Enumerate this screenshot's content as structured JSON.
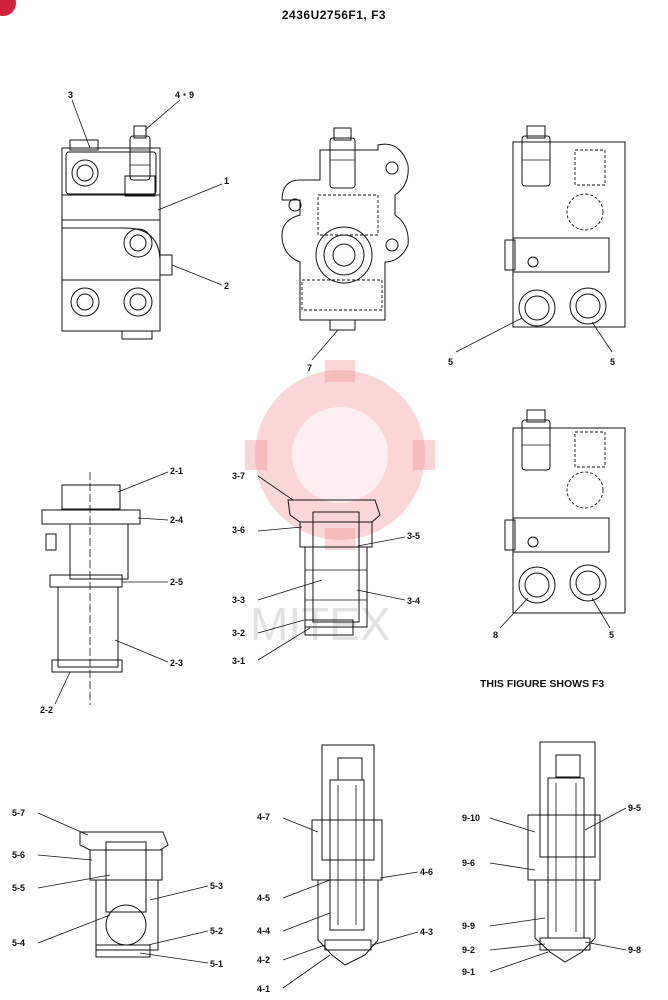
{
  "header": {
    "title": "2436U2756F1, F3"
  },
  "caption": "THIS FIGURE SHOWS  F3",
  "watermark": {
    "text": "MITEX",
    "color": "#f08a8a"
  },
  "labels": {
    "v1": {
      "l3": "3",
      "l49": "4・9",
      "l1": "1",
      "l2": "2"
    },
    "v2": {
      "l7": "7"
    },
    "v3": {
      "l5a": "5",
      "l5b": "5"
    },
    "v4": {
      "l8": "8",
      "l5": "5"
    },
    "p2": {
      "a1": "2-1",
      "a4": "2-4",
      "a5": "2-5",
      "a3": "2-3",
      "a2": "2-2"
    },
    "p3": {
      "a7": "3-7",
      "a6": "3-6",
      "a5": "3-5",
      "a3": "3-3",
      "a4": "3-4",
      "a2": "3-2",
      "a1": "3-1"
    },
    "p5": {
      "a7": "5-7",
      "a6": "5-6",
      "a5": "5-5",
      "a4": "5-4",
      "a3": "5-3",
      "a2": "5-2",
      "a1": "5-1"
    },
    "p4": {
      "a7": "4-7",
      "a5": "4-5",
      "a4": "4-4",
      "a2": "4-2",
      "a1": "4-1",
      "a6": "4-6",
      "a3": "4-3"
    },
    "p9": {
      "a10": "9-10",
      "a6": "9-6",
      "a9": "9-9",
      "a2": "9-2",
      "a1": "9-1",
      "a5": "9-5",
      "a8": "9-8"
    }
  }
}
